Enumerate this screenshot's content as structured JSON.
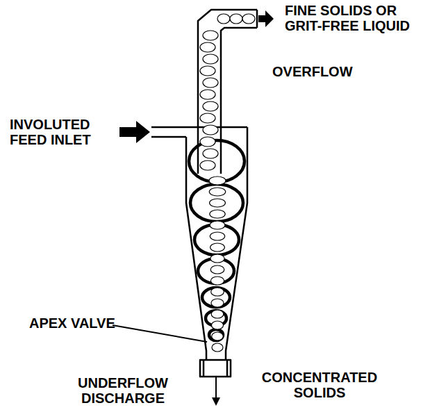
{
  "diagram": {
    "labels": [
      "FINE SOLIDS OR GRIT-FREE LIQUID",
      "OVERFLOW",
      "INVOLUTED FEED INLET",
      "APEX VALVE",
      "UNDERFLOW DISCHARGE",
      "CONCENTRATED SOLIDS"
    ]
  }
}
